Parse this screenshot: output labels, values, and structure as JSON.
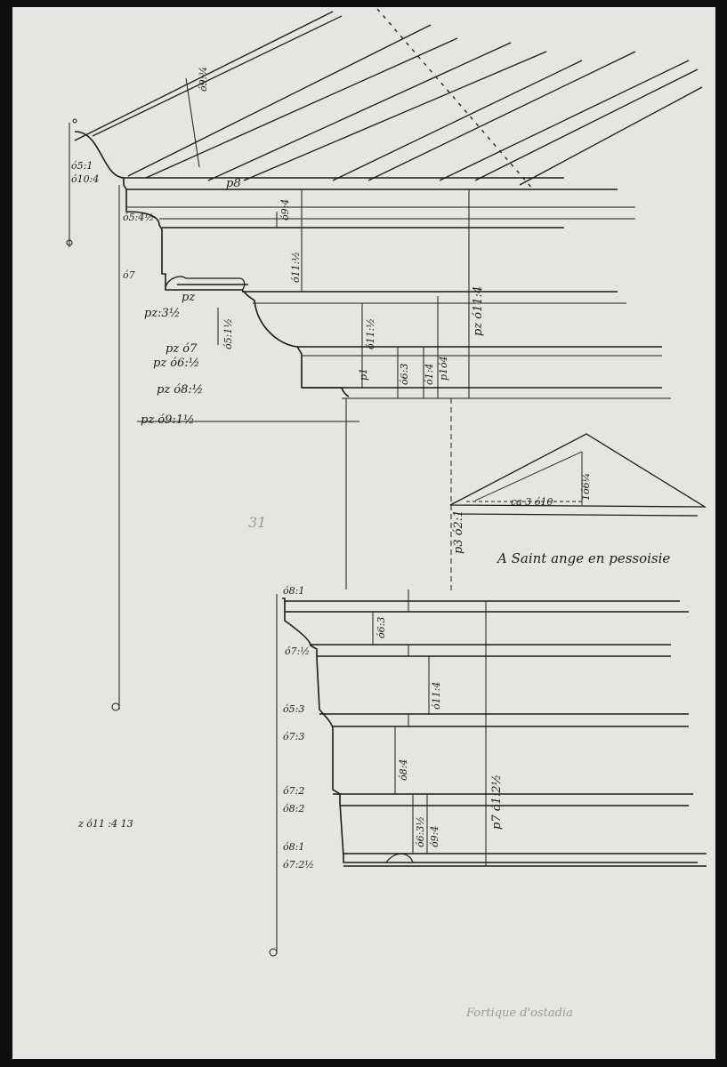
{
  "caption": "A Saint ange en pessoisie",
  "sheet_number": "31",
  "upper_labels": [
    "ó5:1",
    "ó10:4",
    "p8",
    "ó5:4½",
    "ó7",
    "pz",
    "pz:3½",
    "pz ó7",
    "pz ó6:½",
    "pz ó8:½",
    "pz ó9:1½"
  ],
  "upper_dims": [
    "ó9:¾",
    "ó9:4",
    "ó11:½",
    "pz ó11:4",
    "ó11:½",
    "ó5:1½",
    "p1",
    "ó6:3",
    "ó1:4",
    "p1ó4"
  ],
  "pediment_labels": [
    "ca 3 ó10",
    "1ó6¼",
    "p3 ó2:1"
  ],
  "lower_labels": [
    "ó8:1",
    "ó7:½",
    "ó5:3",
    "ó7:3",
    "ó7:2",
    "ó8:2",
    "ó8:1",
    "ó7:2½"
  ],
  "lower_dims": [
    "ó6:3",
    "ó11:4",
    "ó8:4",
    "ó6:3½",
    "ó9:4",
    "p7 ó1:2½"
  ],
  "margin_note": "z ó11 :4 13",
  "footer_note": "Fortique d'ostadia"
}
